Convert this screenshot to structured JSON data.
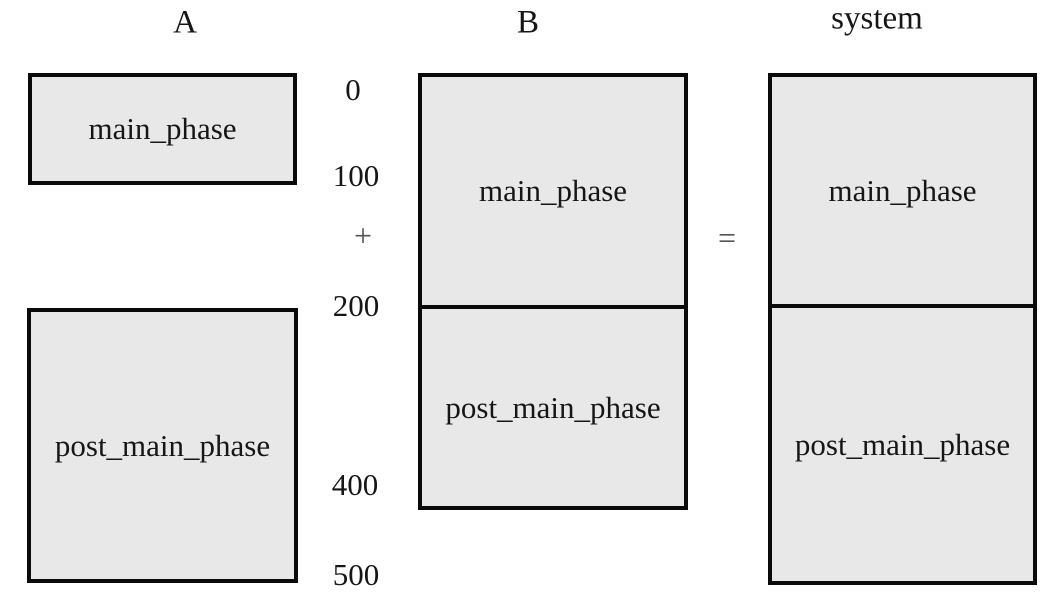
{
  "diagram": {
    "column_a": {
      "header": "A",
      "main_phase_label": "main_phase",
      "post_main_phase_label": "post_main_phase"
    },
    "column_b": {
      "header": "B",
      "main_phase_label": "main_phase",
      "post_main_phase_label": "post_main_phase"
    },
    "column_system": {
      "header": "system",
      "main_phase_label": "main_phase",
      "post_main_phase_label": "post_main_phase"
    },
    "axis": {
      "ticks": [
        "0",
        "100",
        "200",
        "400",
        "500"
      ],
      "plus_operator": "+"
    },
    "equals_operator": "=",
    "colors": {
      "box_fill": "#e8e8e8",
      "box_border": "#0a0a0a",
      "background": "#ffffff",
      "text": "#161616",
      "operator": "#555555"
    }
  }
}
